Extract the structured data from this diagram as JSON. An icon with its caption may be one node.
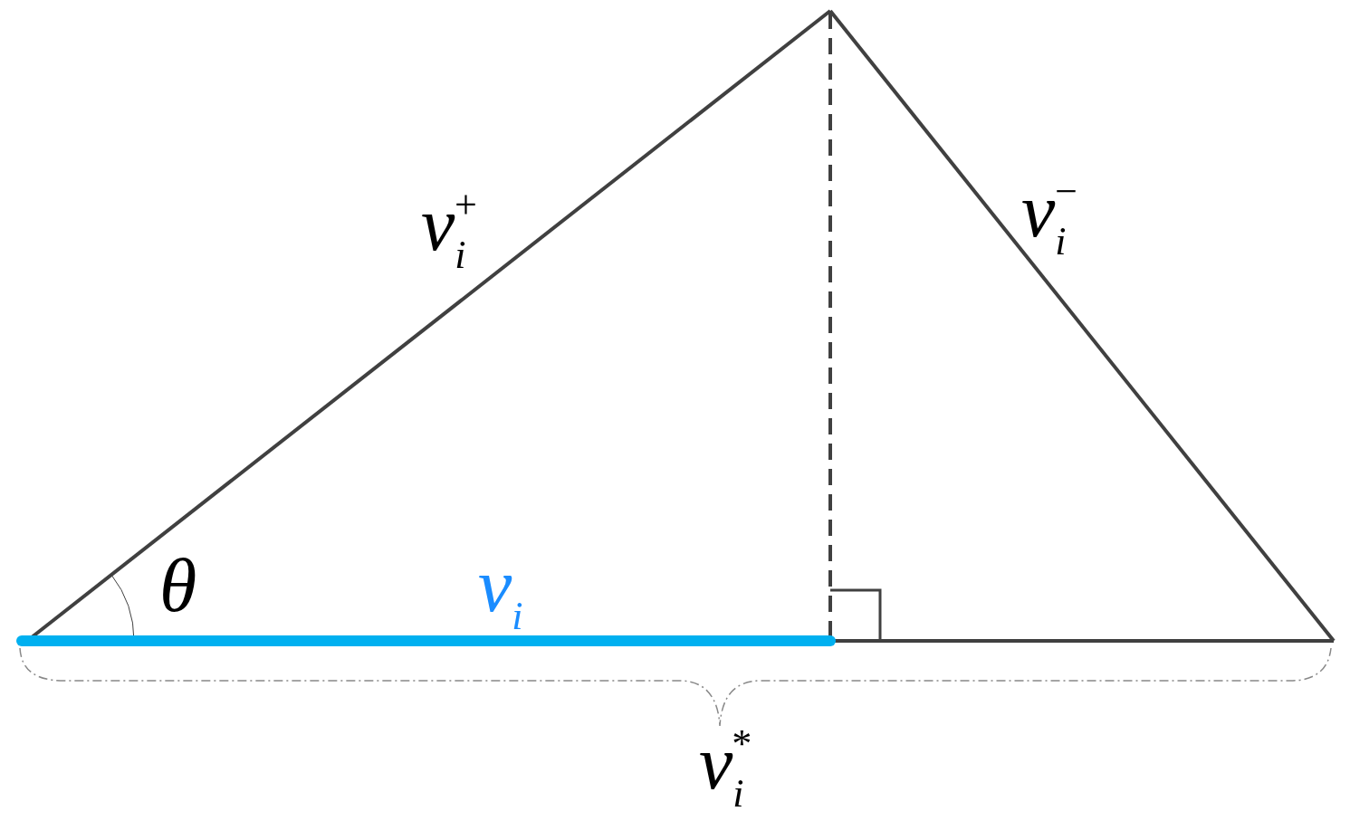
{
  "diagram": {
    "labels": [
      "v$_{i}$$^{+}$",
      "v$_{i}$$^{−}$",
      "θ",
      "v$_{i}$",
      "v$_{i}$$^{*}$"
    ]
  }
}
